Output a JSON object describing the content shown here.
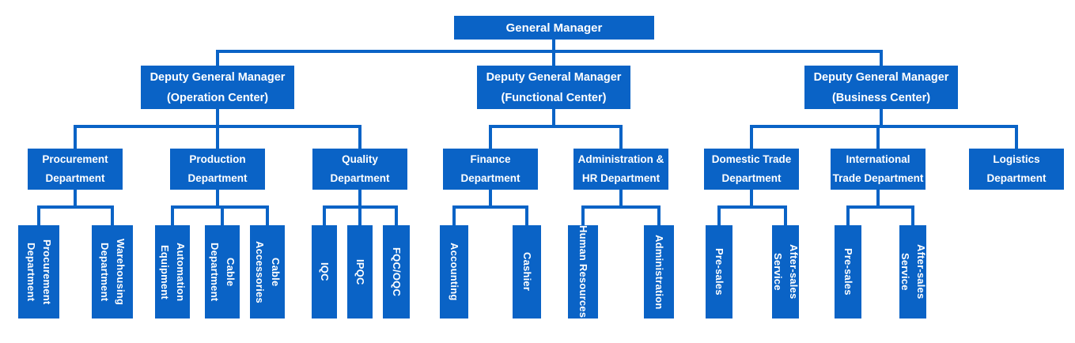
{
  "colors": {
    "node_fill": "#0A63C6",
    "node_text": "#FFFFFF",
    "connector": "#0A63C6",
    "background": "#FFFFFF"
  },
  "org_chart": {
    "root": {
      "label": "General Manager"
    },
    "branches": [
      {
        "manager": {
          "lines": [
            "Deputy General Manager",
            "(Operation Center)"
          ]
        },
        "departments": [
          {
            "lines": [
              "Procurement",
              "Department"
            ],
            "units": [
              {
                "lines": [
                  "Procurement",
                  "Department"
                ]
              },
              {
                "lines": [
                  "Warehousing",
                  "Department"
                ]
              }
            ]
          },
          {
            "lines": [
              "Production",
              "Department"
            ],
            "units": [
              {
                "lines": [
                  "Automation",
                  "Equipment"
                ]
              },
              {
                "lines": [
                  "Cable",
                  "Department"
                ]
              },
              {
                "lines": [
                  "Cable",
                  "Accessories"
                ]
              }
            ]
          },
          {
            "lines": [
              "Quality",
              "Department"
            ],
            "units": [
              {
                "lines": [
                  "IQC"
                ]
              },
              {
                "lines": [
                  "IPQC"
                ]
              },
              {
                "lines": [
                  "FQC/OQC"
                ]
              }
            ]
          }
        ]
      },
      {
        "manager": {
          "lines": [
            "Deputy General Manager",
            "(Functional Center)"
          ]
        },
        "departments": [
          {
            "lines": [
              "Finance",
              "Department"
            ],
            "units": [
              {
                "lines": [
                  "Accounting"
                ]
              },
              {
                "lines": [
                  "Cashier"
                ]
              }
            ]
          },
          {
            "lines": [
              "Administration &",
              "HR Department"
            ],
            "units": [
              {
                "lines": [
                  "Human Resources"
                ]
              },
              {
                "lines": [
                  "Administration"
                ]
              }
            ]
          }
        ]
      },
      {
        "manager": {
          "lines": [
            "Deputy General Manager",
            "(Business Center)"
          ]
        },
        "departments": [
          {
            "lines": [
              "Domestic Trade",
              "Department"
            ],
            "units": [
              {
                "lines": [
                  "Pre-sales"
                ]
              },
              {
                "lines": [
                  "After-sales Service"
                ]
              }
            ]
          },
          {
            "lines": [
              "International",
              "Trade Department"
            ],
            "units": [
              {
                "lines": [
                  "Pre-sales"
                ]
              },
              {
                "lines": [
                  "After-sales Service"
                ]
              }
            ]
          },
          {
            "lines": [
              "Logistics",
              "Department"
            ],
            "units": []
          }
        ]
      }
    ]
  }
}
